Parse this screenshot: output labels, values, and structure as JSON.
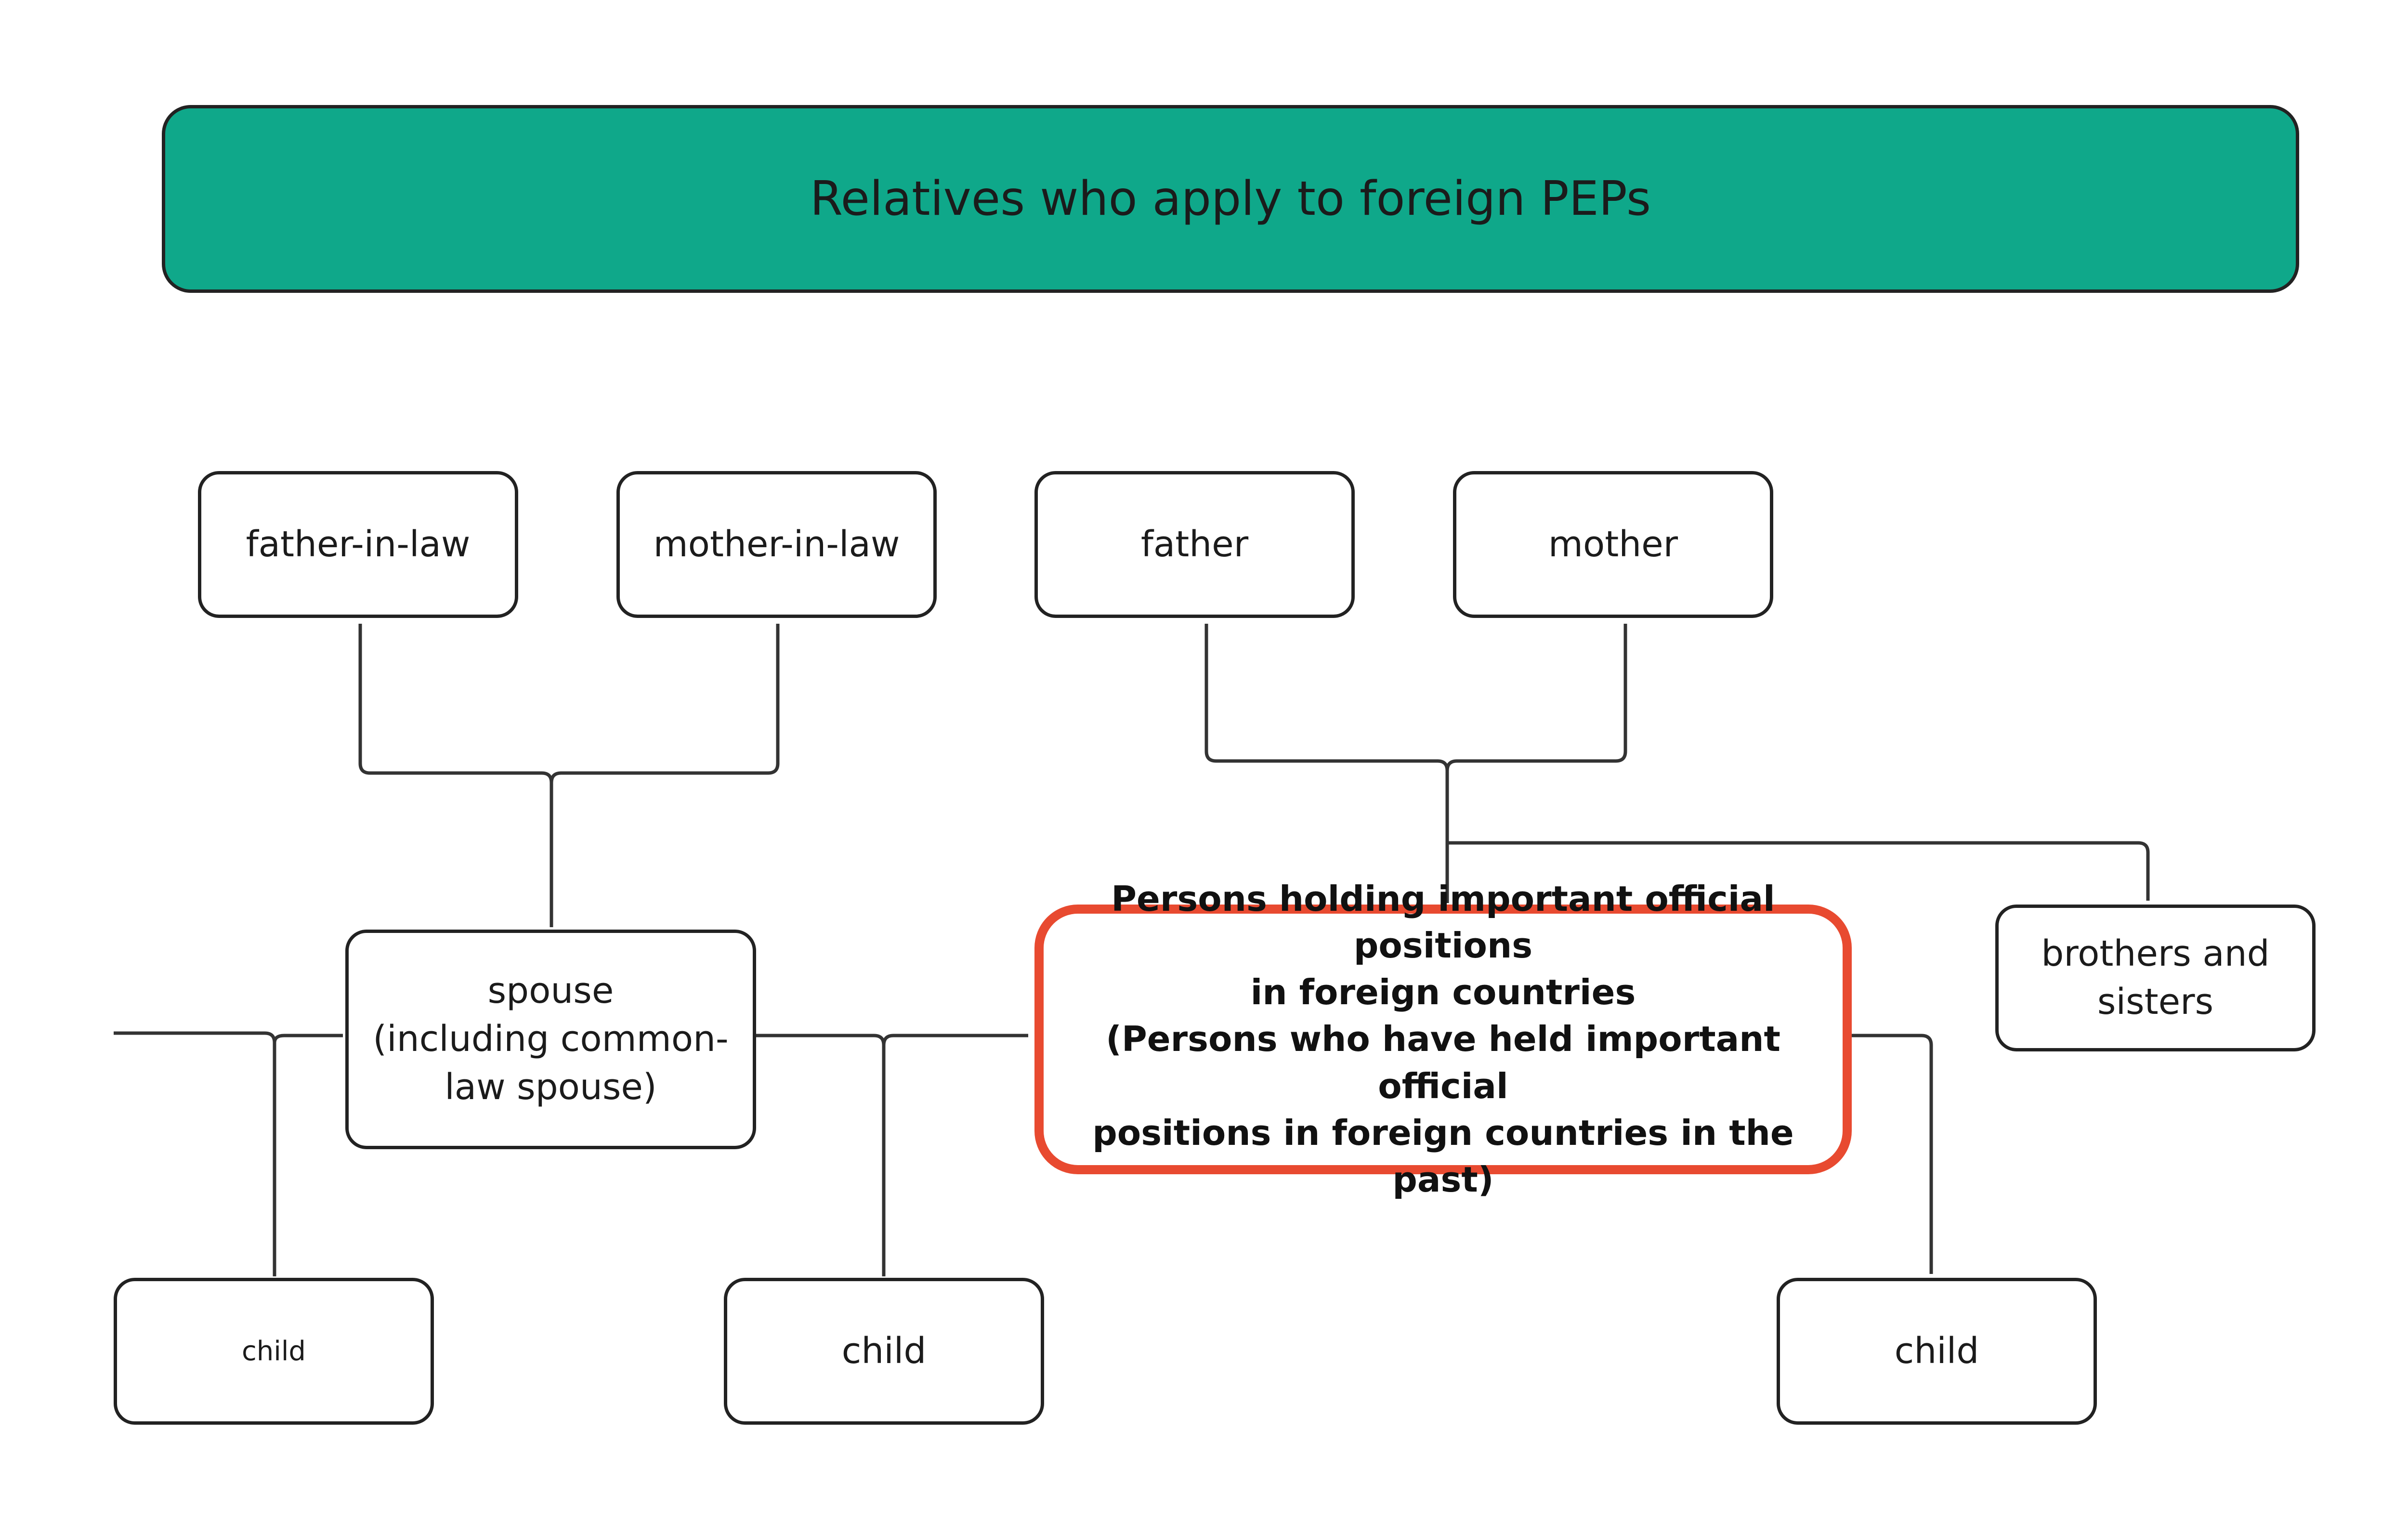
{
  "title": "Relatives who apply to foreign PEPs",
  "nodes": {
    "father_in_law": "father-in-law",
    "mother_in_law": "mother-in-law",
    "father": "father",
    "mother": "mother",
    "spouse": "spouse\n(including common-\nlaw spouse)",
    "pep": "Persons holding important official positions\nin foreign countries\n(Persons who have held important official\npositions in foreign countries in the past)",
    "siblings": "brothers and\nsisters",
    "child_left": "child",
    "child_middle": "child",
    "child_right": "child"
  },
  "colors": {
    "title_fill": "#0fa88a",
    "pep_border": "#e84a30",
    "line": "#333333"
  }
}
